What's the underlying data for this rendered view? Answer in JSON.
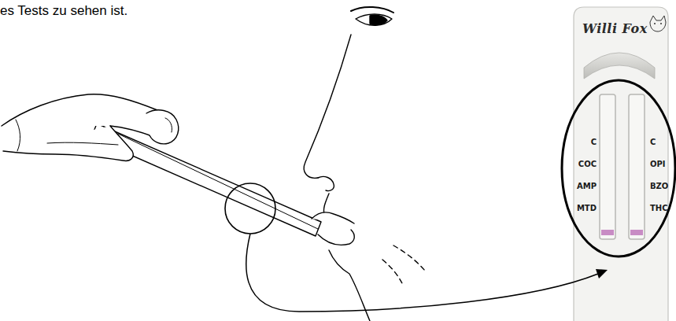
{
  "diagram": {
    "nodes": [
      {
        "text": [
          "Willi Fox",
          "C",
          "COC",
          "AMP",
          "MTD",
          "C",
          "OPI",
          "BZO",
          "THC"
        ]
      }
    ],
    "labels": [
      "es Tests zu sehen ist."
    ]
  }
}
